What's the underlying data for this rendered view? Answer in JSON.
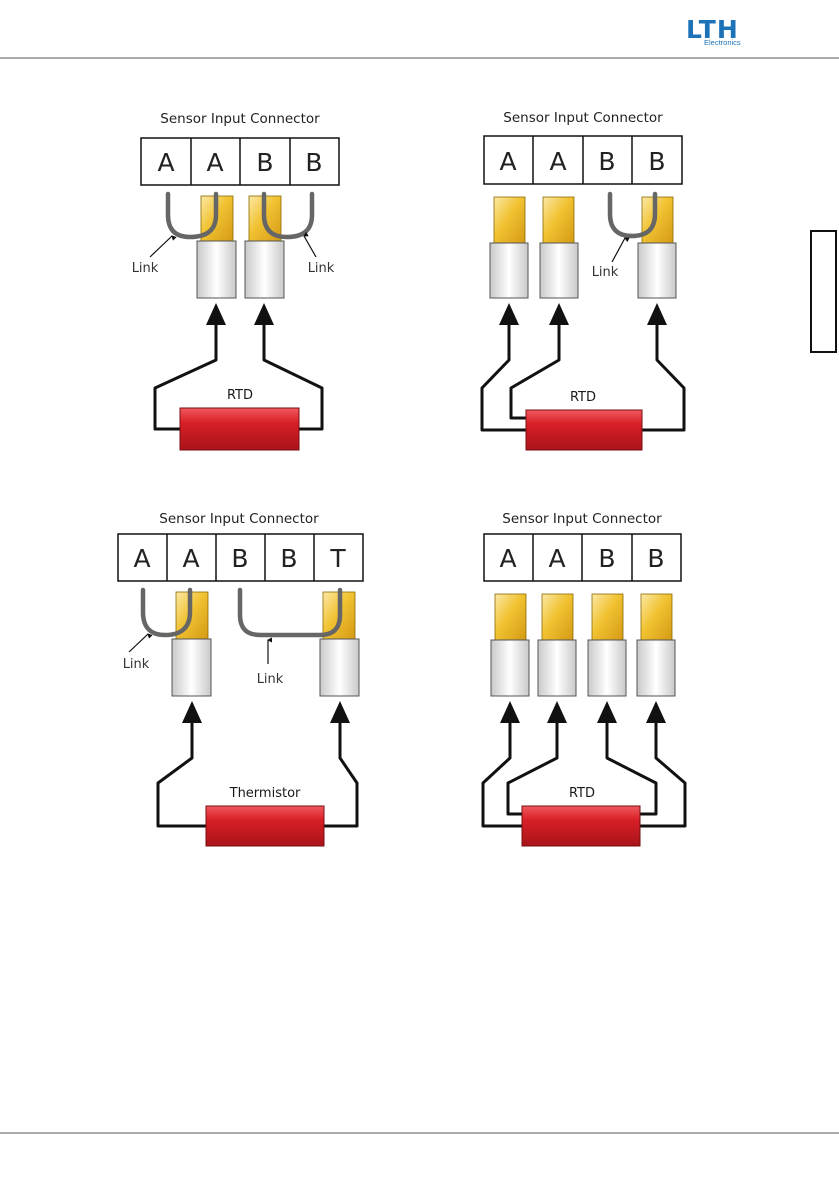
{
  "header": {
    "brand": "LTH",
    "brand_sub": "Electronics",
    "brand_color": "#1e73b8"
  },
  "colors": {
    "sensor_red": "#d81f26",
    "contact_gold": "#f1c232",
    "wire": "#111111",
    "link": "#666666"
  },
  "diagrams": [
    {
      "title": "Sensor Input Connector",
      "pins": [
        "A",
        "A",
        "B",
        "B"
      ],
      "link_label": "Link",
      "sensor_label": "RTD"
    },
    {
      "title": "Sensor Input Connector",
      "pins": [
        "A",
        "A",
        "B",
        "B"
      ],
      "link_label": "Link",
      "sensor_label": "RTD"
    },
    {
      "title": "Sensor Input Connector",
      "pins": [
        "A",
        "A",
        "B",
        "B",
        "T"
      ],
      "link_label": "Link",
      "sensor_label": "Thermistor"
    },
    {
      "title": "Sensor Input Connector",
      "pins": [
        "A",
        "A",
        "B",
        "B"
      ],
      "sensor_label": "RTD"
    }
  ]
}
